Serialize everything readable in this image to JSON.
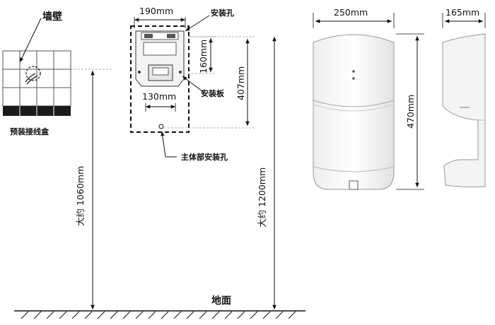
{
  "wall_label": "墙壁",
  "junction_box_label": "预装接线盒",
  "floor_label": "地面",
  "mount_hole_label": "安装孔",
  "mount_plate_label": "安装板",
  "body_hole_label": "主体部安装孔",
  "dims": {
    "plate_width": "190mm",
    "plate_hole_spacing": "160mm",
    "plate_lower_width": "130mm",
    "hole_to_body_hole": "407mm",
    "height_1060": "大约 1060mm",
    "height_1200": "大约 1200mm",
    "dryer_width": "250mm",
    "dryer_height": "470mm",
    "dryer_depth": "165mm"
  }
}
